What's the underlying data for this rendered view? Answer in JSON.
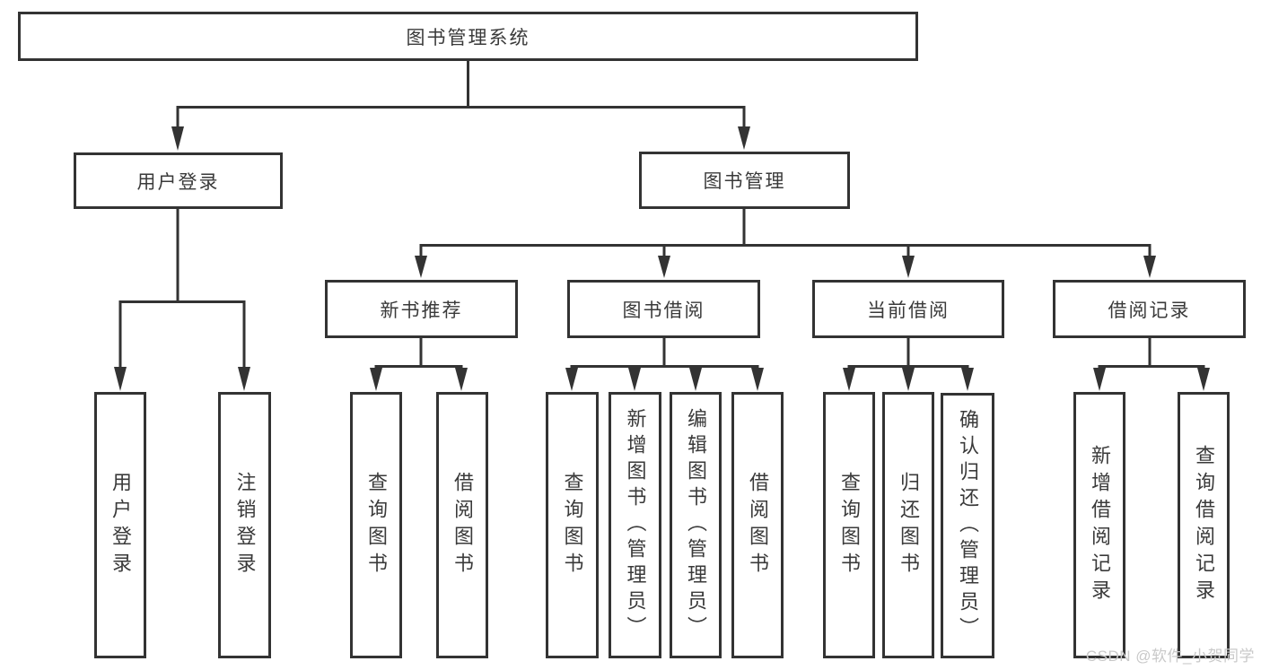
{
  "diagram": {
    "type": "hierarchy-tree",
    "title": "图书管理系统",
    "watermark": "CSDN @软件_小贺同学",
    "colors": {
      "line": "#333333",
      "text": "#3a3a3a",
      "watermark": "#c9c9c9",
      "background": "#ffffff"
    },
    "root": {
      "label": "图书管理系统"
    },
    "level2": [
      {
        "label": "用户登录",
        "parent": "图书管理系统"
      },
      {
        "label": "图书管理",
        "parent": "图书管理系统"
      }
    ],
    "level3": [
      {
        "label": "新书推荐",
        "parent": "图书管理"
      },
      {
        "label": "图书借阅",
        "parent": "图书管理"
      },
      {
        "label": "当前借阅",
        "parent": "图书管理"
      },
      {
        "label": "借阅记录",
        "parent": "图书管理"
      }
    ],
    "leaves": [
      {
        "label": "用户登录",
        "parent": "用户登录"
      },
      {
        "label": "注销登录",
        "parent": "用户登录"
      },
      {
        "label": "查询图书",
        "parent": "新书推荐"
      },
      {
        "label": "借阅图书",
        "parent": "新书推荐"
      },
      {
        "label": "查询图书",
        "parent": "图书借阅"
      },
      {
        "label": "新增图书（管理员）",
        "parent": "图书借阅"
      },
      {
        "label": "编辑图书（管理员）",
        "parent": "图书借阅"
      },
      {
        "label": "借阅图书",
        "parent": "图书借阅"
      },
      {
        "label": "查询图书",
        "parent": "当前借阅"
      },
      {
        "label": "归还图书",
        "parent": "当前借阅"
      },
      {
        "label": "确认归还（管理员）",
        "parent": "当前借阅"
      },
      {
        "label": "新增借阅记录",
        "parent": "借阅记录"
      },
      {
        "label": "查询借阅记录",
        "parent": "借阅记录"
      }
    ]
  }
}
